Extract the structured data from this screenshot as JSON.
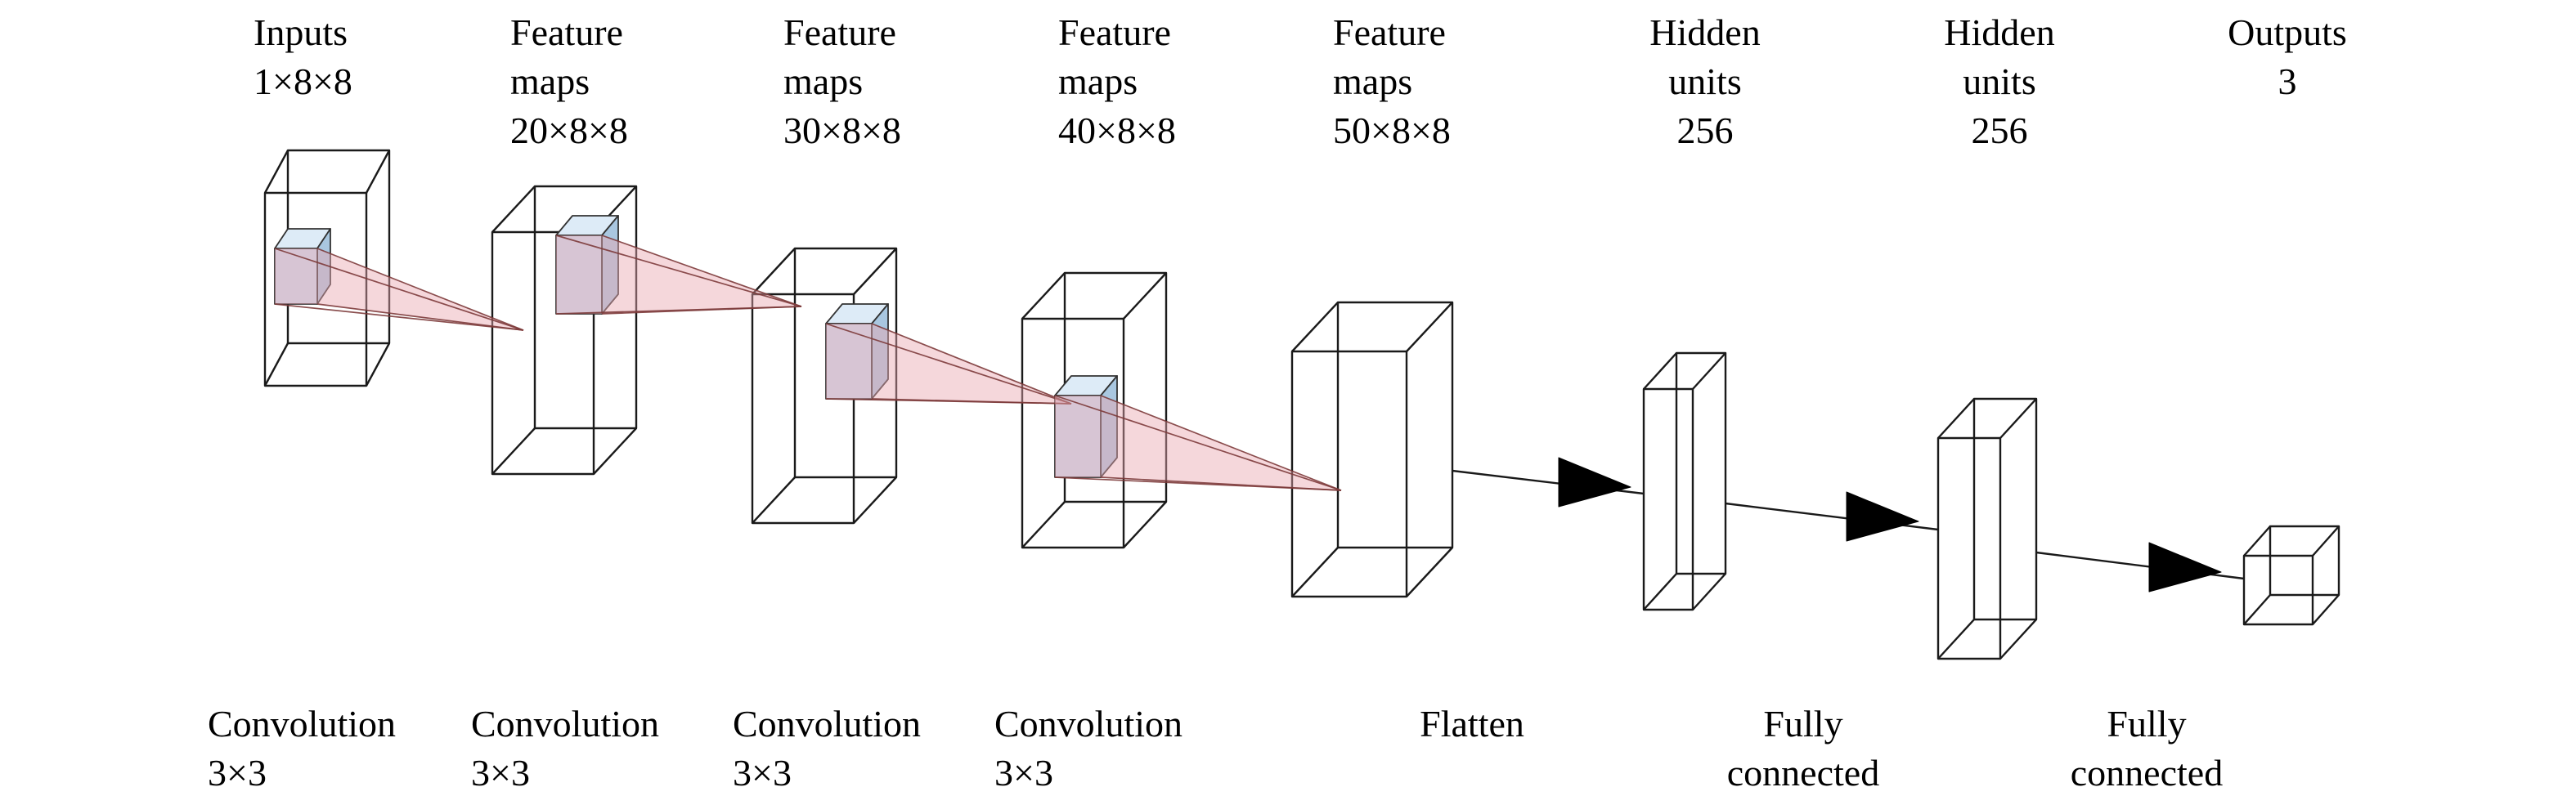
{
  "diagram": {
    "kind": "convolutional-neural-network-architecture",
    "layers": [
      {
        "label": "Inputs\n1×8×8"
      },
      {
        "label": "Feature\nmaps\n20×8×8"
      },
      {
        "label": "Feature\nmaps\n30×8×8"
      },
      {
        "label": "Feature\nmaps\n40×8×8"
      },
      {
        "label": "Feature\nmaps\n50×8×8"
      },
      {
        "label": "Hidden\nunits\n256"
      },
      {
        "label": "Hidden\nunits\n256"
      },
      {
        "label": "Outputs\n3"
      }
    ],
    "operations": [
      {
        "label": "Convolution\n3×3"
      },
      {
        "label": "Convolution\n3×3"
      },
      {
        "label": "Convolution\n3×3"
      },
      {
        "label": "Convolution\n3×3"
      },
      {
        "label": "Flatten"
      },
      {
        "label": "Fully\nconnected"
      },
      {
        "label": "Fully\nconnected"
      }
    ],
    "colors": {
      "box_edge": "#1a1a1a",
      "pyramid_fill": "#e8a7b0",
      "pyramid_edge": "#7d3b3b",
      "patch_front": "#c9dff2",
      "patch_top": "#ddebf7",
      "patch_side": "#a9c7e0",
      "patch_edge": "#333333",
      "arrow_fill": "#000000",
      "connector": "#1a1a1a"
    }
  }
}
